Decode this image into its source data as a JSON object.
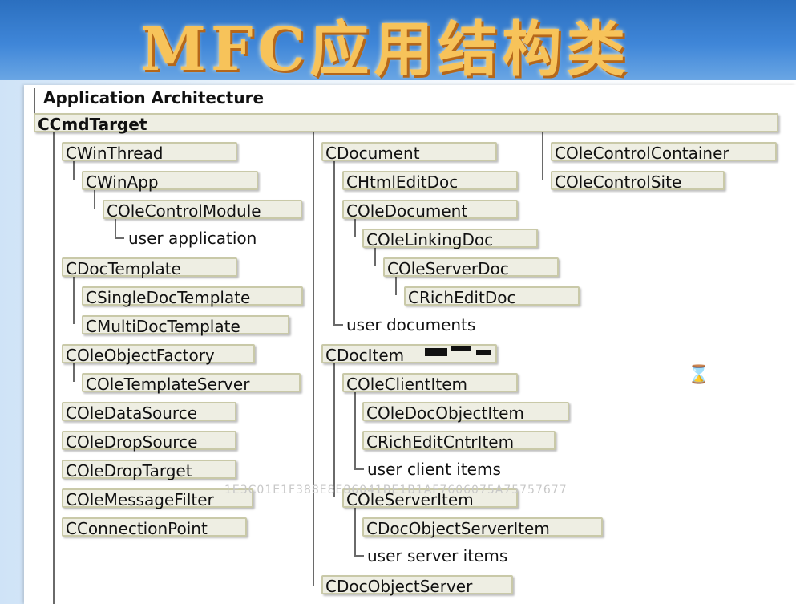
{
  "title": "MFC应用结构类",
  "header": {
    "category": "Application Architecture",
    "root": "CCmdTarget"
  },
  "nodes": {
    "cwinthread": "CWinThread",
    "cwinapp": "CWinApp",
    "colecontrolmodule": "COleControlModule",
    "user_application": "user application",
    "cdoctemplate": "CDocTemplate",
    "csingledoctemplate": "CSingleDocTemplate",
    "cmultidoctemplate": "CMultiDocTemplate",
    "coleobjectfactory": "COleObjectFactory",
    "coletemplateserver": "COleTemplateServer",
    "coledatasource": "COleDataSource",
    "coledropsource": "COleDropSource",
    "coledroptarget": "COleDropTarget",
    "colemessagefilter": "COleMessageFilter",
    "cconnectionpoint": "CConnectionPoint",
    "cdocument": "CDocument",
    "chtmleditdoc": "CHtmlEditDoc",
    "coledocument": "COleDocument",
    "colelinkingdoc": "COleLinkingDoc",
    "coleserverdoc": "COleServerDoc",
    "crichEditdoc": "CRichEditDoc",
    "user_documents": "user documents",
    "cdocitem": "CDocItem",
    "coleclientitem": "COleClientItem",
    "coledocobjectitem": "COleDocObjectItem",
    "crichEditcntritem": "CRichEditCntrItem",
    "user_client_items": "user client items",
    "coleserveritem": "COleServerItem",
    "cdocobjectserveritem": "CDocObjectServerItem",
    "user_server_items": "user server items",
    "cdocobjectserver": "CDocObjectServer",
    "colecontrolcontainer": "COleControlContainer",
    "colecontrolsite": "COleControlSite"
  },
  "watermark": "1E3C01E1F388E8E86041BE1B1AF7606075A75757677",
  "icons": {
    "cursor": "hourglass-icon"
  }
}
